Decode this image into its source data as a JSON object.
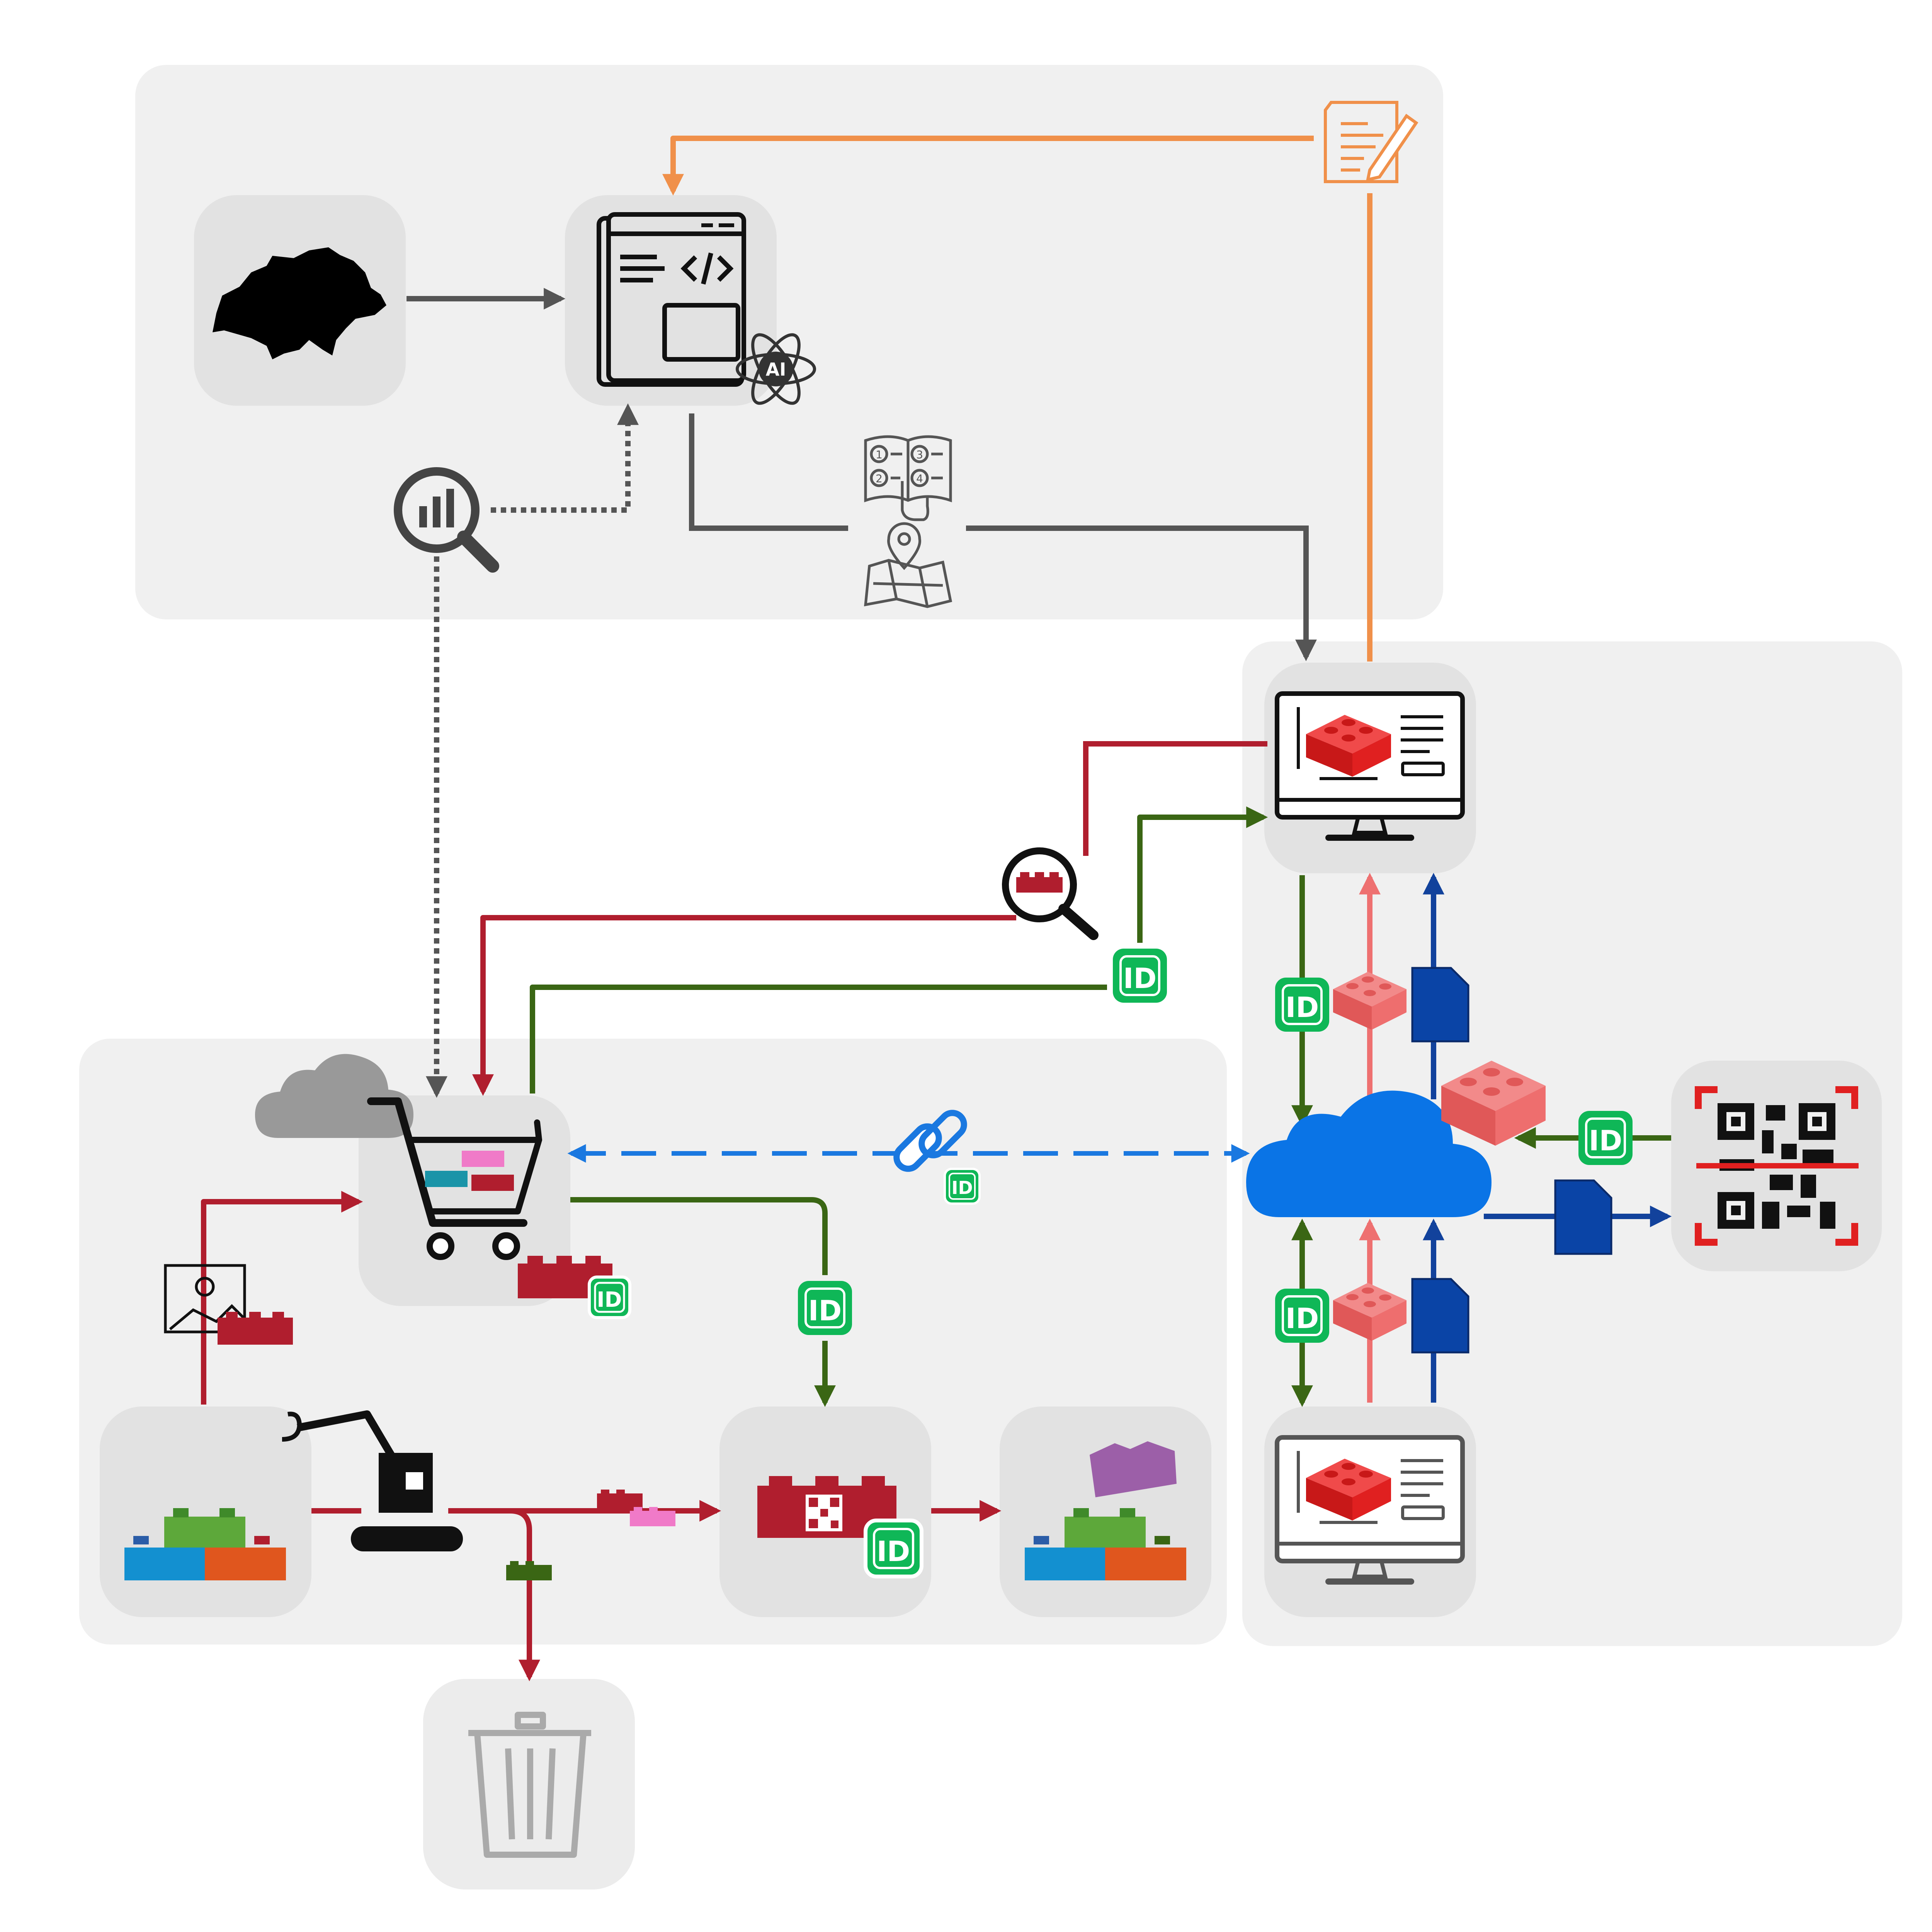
{
  "labels": {
    "ai_badge": "AI",
    "id_badge": "ID",
    "nums": [
      "1",
      "3",
      "2",
      "4"
    ]
  },
  "colors": {
    "panel": "#f0f0f0",
    "tile": "#e2e2e2",
    "gray_flow": "#555555",
    "orange_flow": "#f0904a",
    "red_flow": "#b01e2e",
    "pink_flow": "#ee7070",
    "green_flow": "#3a6614",
    "blue_flow": "#12429c",
    "cloud_blue": "#0a74e6",
    "link_blue": "#1a78e0",
    "id_green": "#0fb757",
    "brick_red": "#e02020"
  },
  "icons": [
    "switzerland-map-icon",
    "web-code-window-icon",
    "ai-atom-icon",
    "analytics-search-icon",
    "manual-book-icon",
    "map-location-icon",
    "document-edit-icon",
    "monitor-brick-icon",
    "cloud-icon",
    "qr-code-scanner-icon",
    "shopping-cart-icon",
    "gray-cloud-icon",
    "image-icon",
    "brick-stack-icon",
    "excavator-icon",
    "tagged-brick-icon",
    "rebuilt-brick-stack-icon",
    "trash-bin-icon",
    "link-icon",
    "id-badge-icon",
    "document-icon"
  ]
}
